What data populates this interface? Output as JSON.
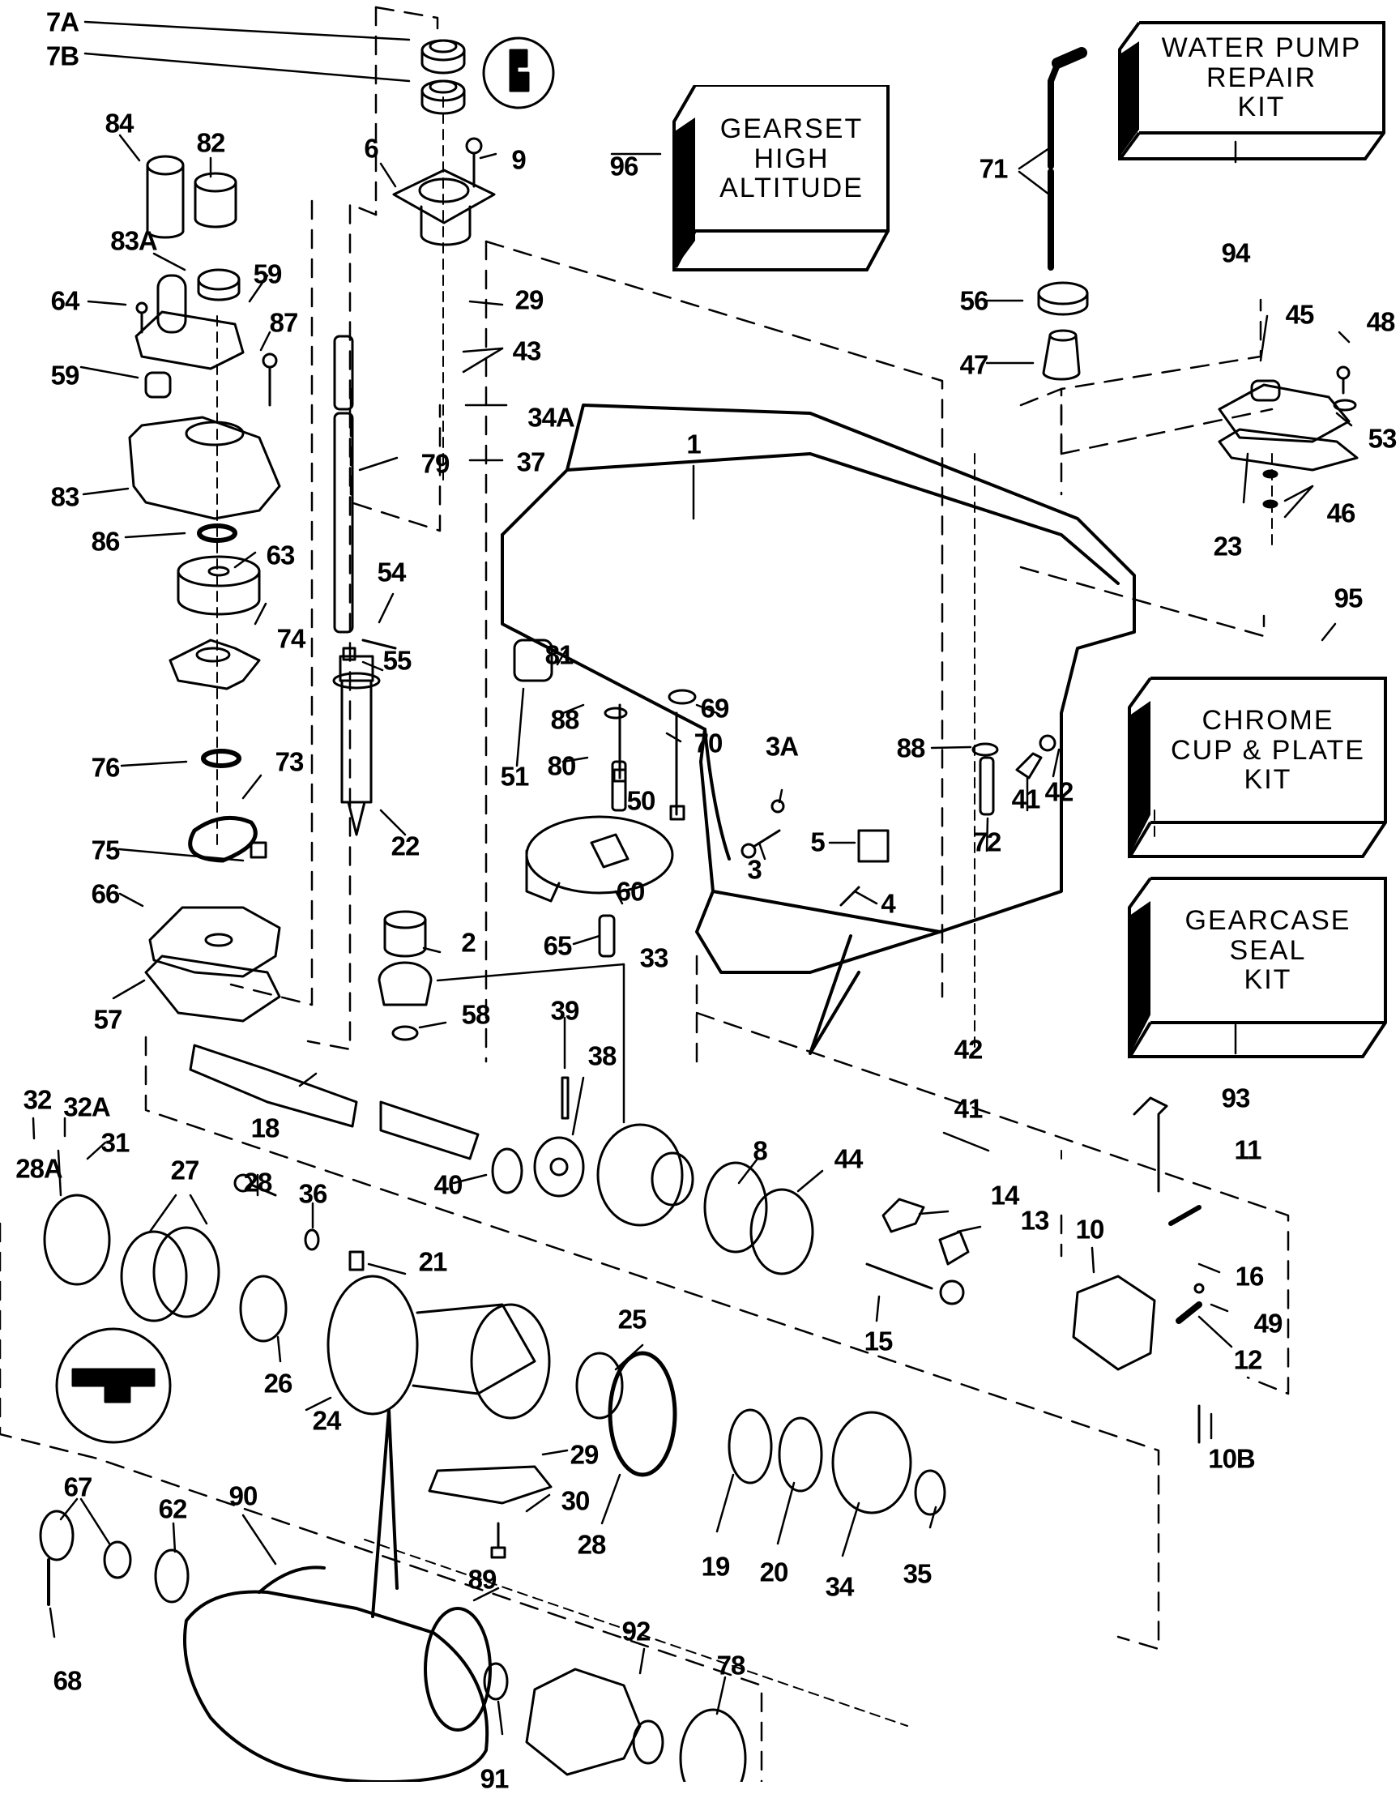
{
  "diagram": {
    "title": "Gearcase exploded parts diagram",
    "kits": [
      {
        "id": "96",
        "lines": [
          "GEARSET",
          "HIGH",
          "ALTITUDE"
        ]
      },
      {
        "id": "94",
        "lines": [
          "WATER PUMP",
          "REPAIR",
          "KIT"
        ]
      },
      {
        "id": "95",
        "lines": [
          "CHROME",
          "CUP & PLATE",
          "KIT"
        ]
      },
      {
        "id": "93",
        "lines": [
          "GEARCASE",
          "SEAL",
          "KIT"
        ]
      }
    ],
    "callouts": [
      {
        "label": "7A"
      },
      {
        "label": "7B"
      },
      {
        "label": "6"
      },
      {
        "label": "9"
      },
      {
        "label": "84"
      },
      {
        "label": "82"
      },
      {
        "label": "83A"
      },
      {
        "label": "59"
      },
      {
        "label": "64"
      },
      {
        "label": "87"
      },
      {
        "label": "59"
      },
      {
        "label": "29"
      },
      {
        "label": "43"
      },
      {
        "label": "34A"
      },
      {
        "label": "37"
      },
      {
        "label": "79"
      },
      {
        "label": "83"
      },
      {
        "label": "86"
      },
      {
        "label": "63"
      },
      {
        "label": "54"
      },
      {
        "label": "55"
      },
      {
        "label": "74"
      },
      {
        "label": "76"
      },
      {
        "label": "73"
      },
      {
        "label": "22"
      },
      {
        "label": "75"
      },
      {
        "label": "66"
      },
      {
        "label": "2"
      },
      {
        "label": "57"
      },
      {
        "label": "33"
      },
      {
        "label": "58"
      },
      {
        "label": "65"
      },
      {
        "label": "60"
      },
      {
        "label": "1"
      },
      {
        "label": "81"
      },
      {
        "label": "88"
      },
      {
        "label": "69"
      },
      {
        "label": "80"
      },
      {
        "label": "70"
      },
      {
        "label": "51"
      },
      {
        "label": "50"
      },
      {
        "label": "3A"
      },
      {
        "label": "5"
      },
      {
        "label": "3"
      },
      {
        "label": "4"
      },
      {
        "label": "88"
      },
      {
        "label": "41"
      },
      {
        "label": "42"
      },
      {
        "label": "72"
      },
      {
        "label": "71"
      },
      {
        "label": "56"
      },
      {
        "label": "47"
      },
      {
        "label": "45"
      },
      {
        "label": "48"
      },
      {
        "label": "53"
      },
      {
        "label": "23"
      },
      {
        "label": "46"
      },
      {
        "label": "39"
      },
      {
        "label": "38"
      },
      {
        "label": "18"
      },
      {
        "label": "32"
      },
      {
        "label": "32A"
      },
      {
        "label": "31"
      },
      {
        "label": "40"
      },
      {
        "label": "8"
      },
      {
        "label": "44"
      },
      {
        "label": "42"
      },
      {
        "label": "41"
      },
      {
        "label": "11"
      },
      {
        "label": "14"
      },
      {
        "label": "13"
      },
      {
        "label": "10"
      },
      {
        "label": "16"
      },
      {
        "label": "49"
      },
      {
        "label": "12"
      },
      {
        "label": "15"
      },
      {
        "label": "28A"
      },
      {
        "label": "27"
      },
      {
        "label": "28"
      },
      {
        "label": "36"
      },
      {
        "label": "21"
      },
      {
        "label": "26"
      },
      {
        "label": "24"
      },
      {
        "label": "25"
      },
      {
        "label": "29"
      },
      {
        "label": "30"
      },
      {
        "label": "28"
      },
      {
        "label": "19"
      },
      {
        "label": "20"
      },
      {
        "label": "34"
      },
      {
        "label": "35"
      },
      {
        "label": "10B"
      },
      {
        "label": "67"
      },
      {
        "label": "62"
      },
      {
        "label": "90"
      },
      {
        "label": "89"
      },
      {
        "label": "68"
      },
      {
        "label": "91"
      },
      {
        "label": "92"
      },
      {
        "label": "78"
      }
    ]
  }
}
